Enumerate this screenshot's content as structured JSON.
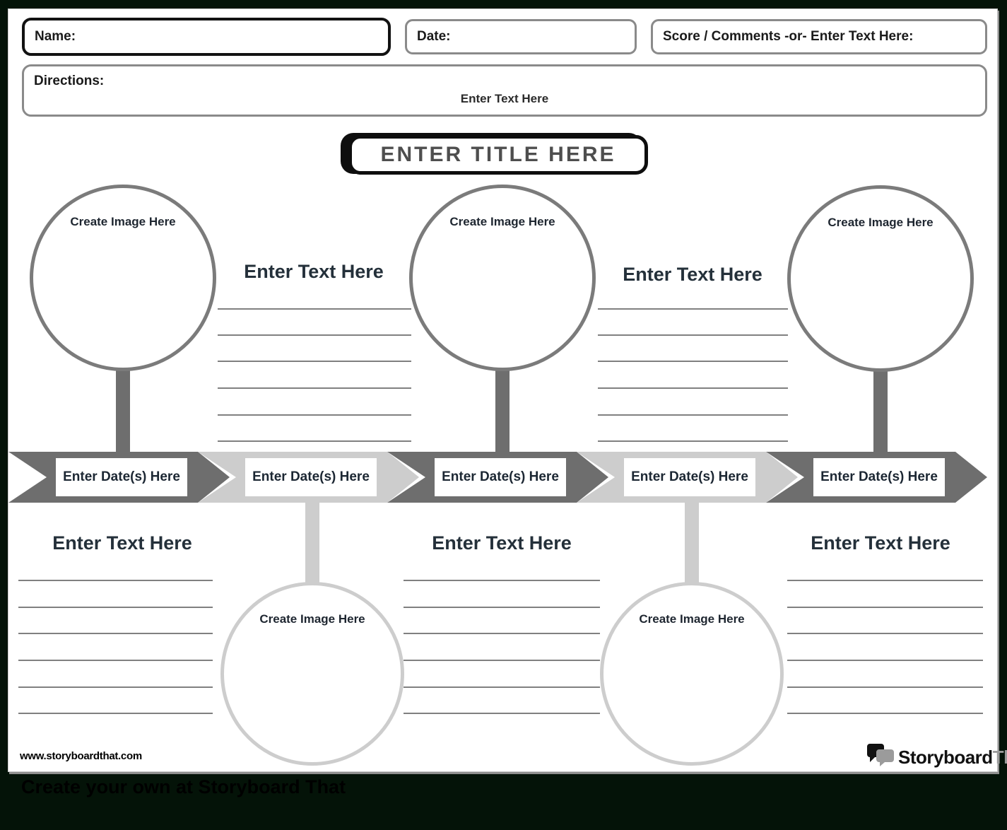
{
  "header": {
    "name_label": "Name:",
    "date_label": "Date:",
    "score_label": "Score / Comments -or- Enter Text Here:",
    "directions_label": "Directions:",
    "directions_text": "Enter Text Here"
  },
  "title": {
    "text": "ENTER TITLE HERE"
  },
  "timeline": {
    "date_placeholder": "Enter Date(s) Here"
  },
  "placeholders": {
    "image": "Create Image Here",
    "text": "Enter Text Here"
  },
  "footer": {
    "website": "www.storyboardthat.com",
    "logo_part1": "Storyboard",
    "logo_part2": "That",
    "banner": "Create your own at Storyboard That"
  },
  "colors": {
    "canvas_bg": "#041308",
    "dark_arrow": "#6e6e6e",
    "light_arrow": "#cdcdcd",
    "circle_dark_border": "#7b7b7b",
    "circle_light_border": "#cdcdcd",
    "title_text": "#4e4e4e",
    "writing_line": "#808080"
  }
}
